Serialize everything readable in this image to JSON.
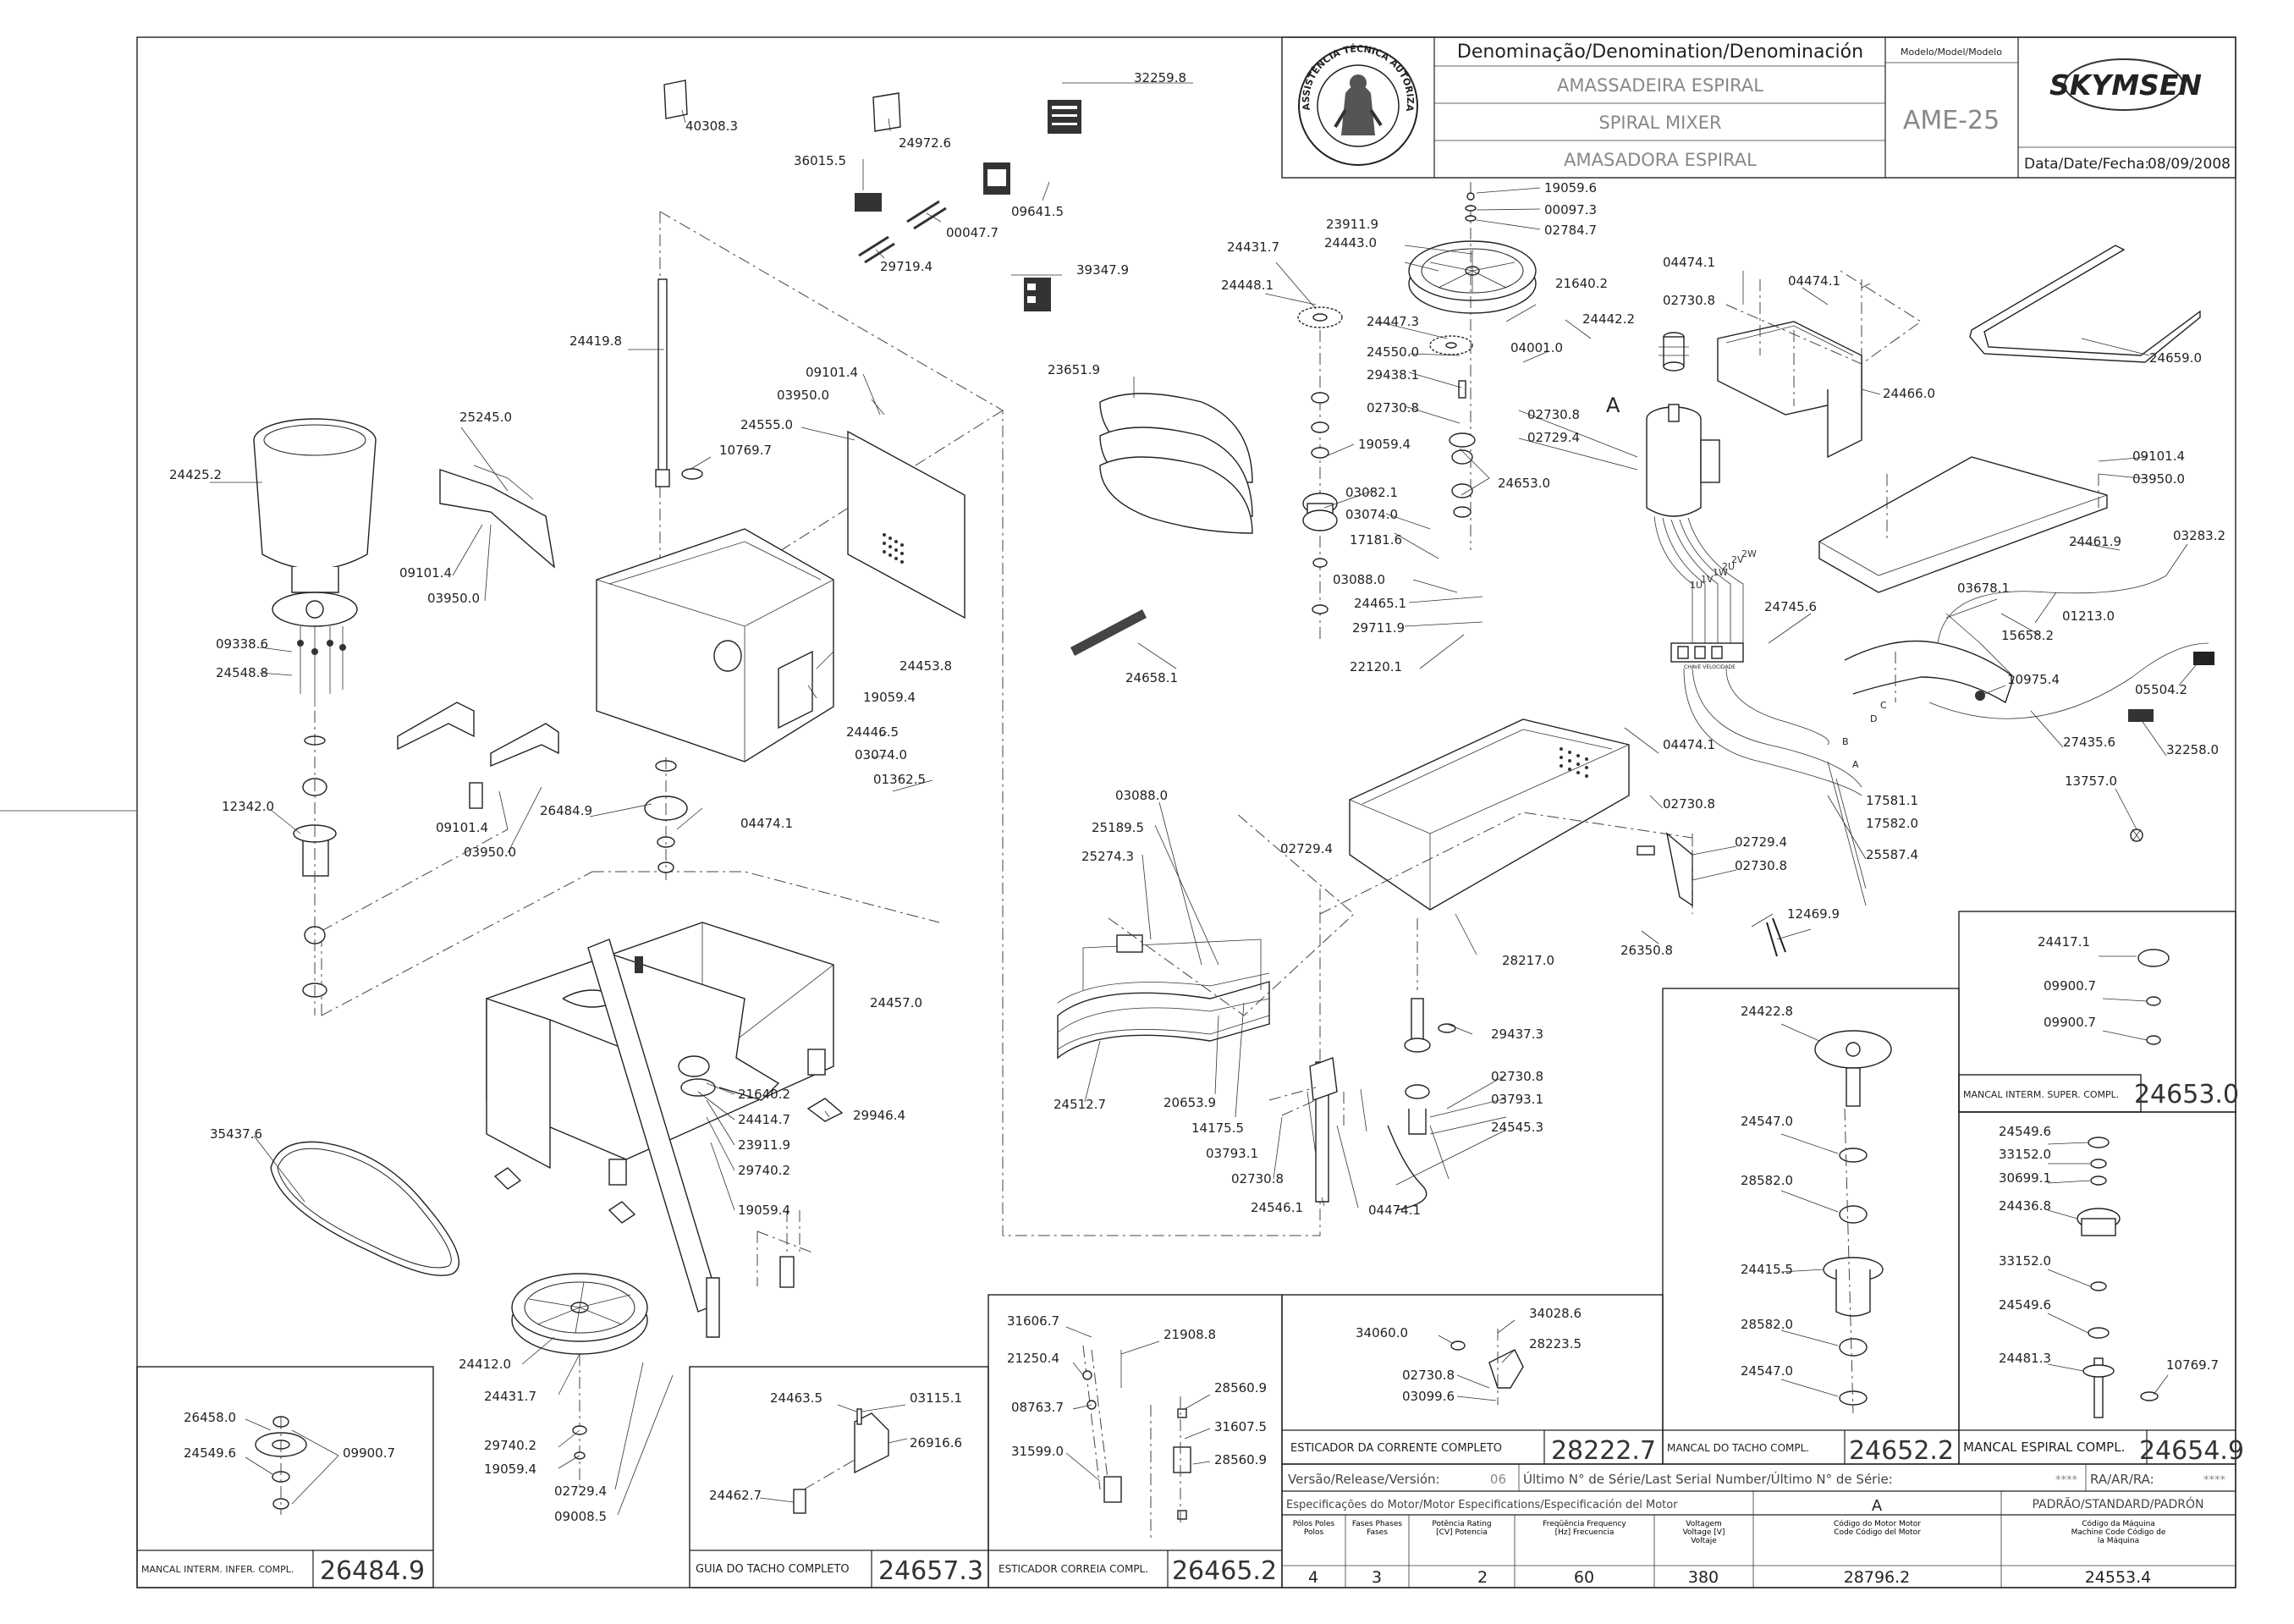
{
  "header": {
    "col_title": "Denominação/Denomination/Denominación",
    "model_head": "Modelo/Model/Modelo",
    "name_pt": "AMASSADEIRA ESPIRAL",
    "name_en": "SPIRAL MIXER",
    "name_es": "AMASADORA ESPIRAL",
    "model": "AME-25",
    "date_label": "Data/Date/Fecha:",
    "date": "08/09/2008",
    "brand": "SKYMSEN",
    "seal_text": "ASSISTÊNCIA TÉCNICA AUTORIZADA"
  },
  "parts": [
    {
      "id": "p40308",
      "text": "40308.3"
    },
    {
      "id": "p24972",
      "text": "24972.6"
    },
    {
      "id": "p32259",
      "text": "32259.8"
    },
    {
      "id": "p36015",
      "text": "36015.5"
    },
    {
      "id": "p09641",
      "text": "09641.5"
    },
    {
      "id": "p00047",
      "text": "00047.7"
    },
    {
      "id": "p29719",
      "text": "29719.4"
    },
    {
      "id": "p39347",
      "text": "39347.9"
    },
    {
      "id": "p24419",
      "text": "24419.8"
    },
    {
      "id": "p09101a",
      "text": "09101.4"
    },
    {
      "id": "p03950a",
      "text": "03950.0"
    },
    {
      "id": "p24555",
      "text": "24555.0"
    },
    {
      "id": "p25245",
      "text": "25245.0"
    },
    {
      "id": "p10769a",
      "text": "10769.7"
    },
    {
      "id": "p24425",
      "text": "24425.2"
    },
    {
      "id": "p09101b",
      "text": "09101.4"
    },
    {
      "id": "p03950b",
      "text": "03950.0"
    },
    {
      "id": "p09338",
      "text": "09338.6"
    },
    {
      "id": "p24548",
      "text": "24548.8"
    },
    {
      "id": "p24453",
      "text": "24453.8"
    },
    {
      "id": "p19059a",
      "text": "19059.4"
    },
    {
      "id": "p24446",
      "text": "24446.5"
    },
    {
      "id": "p03074a",
      "text": "03074.0"
    },
    {
      "id": "p01362",
      "text": "01362.5"
    },
    {
      "id": "p12342",
      "text": "12342.0"
    },
    {
      "id": "p26484",
      "text": "26484.9"
    },
    {
      "id": "p04474a",
      "text": "04474.1"
    },
    {
      "id": "p09101c",
      "text": "09101.4"
    },
    {
      "id": "p03950c",
      "text": "03950.0"
    },
    {
      "id": "p24457",
      "text": "24457.0"
    },
    {
      "id": "p35437",
      "text": "35437.6"
    },
    {
      "id": "p21640a",
      "text": "21640.2"
    },
    {
      "id": "p24414",
      "text": "24414.7"
    },
    {
      "id": "p23911a",
      "text": "23911.9"
    },
    {
      "id": "p29740a",
      "text": "29740.2"
    },
    {
      "id": "p19059b",
      "text": "19059.4"
    },
    {
      "id": "p29946",
      "text": "29946.4"
    },
    {
      "id": "p24412",
      "text": "24412.0"
    },
    {
      "id": "p24431a",
      "text": "24431.7"
    },
    {
      "id": "p29740b",
      "text": "29740.2"
    },
    {
      "id": "p19059c",
      "text": "19059.4"
    },
    {
      "id": "p02729a",
      "text": "02729.4"
    },
    {
      "id": "p09008",
      "text": "09008.5"
    },
    {
      "id": "p23651",
      "text": "23651.9"
    },
    {
      "id": "p24658",
      "text": "24658.1"
    },
    {
      "id": "p03088a",
      "text": "03088.0"
    },
    {
      "id": "p25189",
      "text": "25189.5"
    },
    {
      "id": "p25274",
      "text": "25274.3"
    },
    {
      "id": "p24512",
      "text": "24512.7"
    },
    {
      "id": "p20653",
      "text": "20653.9"
    },
    {
      "id": "p14175",
      "text": "14175.5"
    },
    {
      "id": "p19059d",
      "text": "19059.6"
    },
    {
      "id": "p00097",
      "text": "00097.3"
    },
    {
      "id": "p02784",
      "text": "02784.7"
    },
    {
      "id": "p23911b",
      "text": "23911.9"
    },
    {
      "id": "p24443",
      "text": "24443.0"
    },
    {
      "id": "p24431b",
      "text": "24431.7"
    },
    {
      "id": "p24448",
      "text": "24448.1"
    },
    {
      "id": "p21640b",
      "text": "21640.2"
    },
    {
      "id": "p24447",
      "text": "24447.3"
    },
    {
      "id": "p24550",
      "text": "24550.0"
    },
    {
      "id": "p29438",
      "text": "29438.1"
    },
    {
      "id": "p02730a",
      "text": "02730.8"
    },
    {
      "id": "p19059e",
      "text": "19059.4"
    },
    {
      "id": "p03082",
      "text": "03082.1"
    },
    {
      "id": "p03074b",
      "text": "03074.0"
    },
    {
      "id": "p17181",
      "text": "17181.6"
    },
    {
      "id": "p03088b",
      "text": "03088.0"
    },
    {
      "id": "p24465",
      "text": "24465.1"
    },
    {
      "id": "p29711",
      "text": "29711.9"
    },
    {
      "id": "p22120",
      "text": "22120.1"
    },
    {
      "id": "p24442",
      "text": "24442.2"
    },
    {
      "id": "p04001",
      "text": "04001.0"
    },
    {
      "id": "p02730b",
      "text": "02730.8"
    },
    {
      "id": "p02729b",
      "text": "02729.4"
    },
    {
      "id": "p24653a",
      "text": "24653.0"
    },
    {
      "id": "p04474b",
      "text": "04474.1"
    },
    {
      "id": "p02730c",
      "text": "02730.8"
    },
    {
      "id": "p04474c",
      "text": "04474.1"
    },
    {
      "id": "p24466",
      "text": "24466.0"
    },
    {
      "id": "p24659",
      "text": "24659.0"
    },
    {
      "id": "p09101d",
      "text": "09101.4"
    },
    {
      "id": "p03950d",
      "text": "03950.0"
    },
    {
      "id": "p24461",
      "text": "24461.9"
    },
    {
      "id": "p03283",
      "text": "03283.2"
    },
    {
      "id": "p03678",
      "text": "03678.1"
    },
    {
      "id": "p01213",
      "text": "01213.0"
    },
    {
      "id": "p15658",
      "text": "15658.2"
    },
    {
      "id": "p24745",
      "text": "24745.6"
    },
    {
      "id": "p10975",
      "text": "10975.4"
    },
    {
      "id": "p05504",
      "text": "05504.2"
    },
    {
      "id": "p27435",
      "text": "27435.6"
    },
    {
      "id": "p32258",
      "text": "32258.0"
    },
    {
      "id": "p13757",
      "text": "13757.0"
    },
    {
      "id": "p04474d",
      "text": "04474.1"
    },
    {
      "id": "p02730d",
      "text": "02730.8"
    },
    {
      "id": "p17581",
      "text": "17581.1"
    },
    {
      "id": "p17582",
      "text": "17582.0"
    },
    {
      "id": "p25587",
      "text": "25587.4"
    },
    {
      "id": "p02729c",
      "text": "02729.4"
    },
    {
      "id": "p02729d",
      "text": "02729.4"
    },
    {
      "id": "p02730e",
      "text": "02730.8"
    },
    {
      "id": "p26350",
      "text": "26350.8"
    },
    {
      "id": "p28217",
      "text": "28217.0"
    },
    {
      "id": "p12469",
      "text": "12469.9"
    },
    {
      "id": "p29437",
      "text": "29437.3"
    },
    {
      "id": "p02730f",
      "text": "02730.8"
    },
    {
      "id": "p03793a",
      "text": "03793.1"
    },
    {
      "id": "p24545",
      "text": "24545.3"
    },
    {
      "id": "p03793b",
      "text": "03793.1"
    },
    {
      "id": "p02730g",
      "text": "02730.8"
    },
    {
      "id": "p24546",
      "text": "24546.1"
    },
    {
      "id": "p04474e",
      "text": "04474.1"
    }
  ],
  "callout_letters": {
    "a1": "A",
    "a2": "A",
    "b": "B",
    "c": "C",
    "d": "D"
  },
  "motor_tags": {
    "t1": "1U",
    "t2": "1V",
    "t3": "1W",
    "t4": "2U",
    "t5": "2V",
    "t6": "2W",
    "term": "CHAVE VELOCIDADE"
  },
  "insets": {
    "i24653": {
      "parts": [
        "24417.1",
        "09900.7",
        "09900.7"
      ],
      "caption": "MANCAL INTERM. SUPER. COMPL.",
      "code": "24653.0"
    },
    "i24654": {
      "parts": [
        "24549.6",
        "33152.0",
        "30699.1",
        "24436.8",
        "33152.0",
        "24549.6",
        "24481.3",
        "10769.7"
      ],
      "caption": "MANCAL ESPIRAL COMPL.",
      "code": "24654.9"
    },
    "i24652": {
      "parts": [
        "24422.8",
        "24547.0",
        "28582.0",
        "24415.5",
        "28582.0",
        "24547.0"
      ],
      "caption": "MANCAL DO TACHO COMPL.",
      "code": "24652.2"
    },
    "i28222": {
      "parts": [
        "34028.6",
        "34060.0",
        "28223.5",
        "02730.8",
        "03099.6"
      ],
      "caption": "ESTICADOR DA CORRENTE COMPLETO",
      "code": "28222.7"
    },
    "i26465": {
      "parts": [
        "31606.7",
        "21908.8",
        "21250.4",
        "28560.9",
        "08763.7",
        "31607.5",
        "31599.0",
        "28560.9"
      ],
      "caption": "ESTICADOR CORREIA COMPL.",
      "code": "26465.2"
    },
    "i24657": {
      "parts": [
        "24463.5",
        "03115.1",
        "26916.6",
        "24462.7"
      ],
      "caption": "GUIA DO TACHO COMPLETO",
      "code": "24657.3"
    },
    "i26484": {
      "parts": [
        "26458.0",
        "24549.6",
        "09900.7"
      ],
      "caption": "MANCAL INTERM. INFER. COMPL.",
      "code": "26484.9"
    }
  },
  "footer": {
    "release_label": "Versão/Release/Versión:",
    "release": "06",
    "serial_label": "Último N° de Série/Last Serial Number/Último N° de Série:",
    "serial": "****",
    "ra_label": "RA/AR/RA:",
    "ra": "****",
    "spec_title": "Especificações do Motor/Motor Especifications/Especificación del Motor",
    "std": "PADRÃO/STANDARD/PADRÓN",
    "col_a": "A",
    "h1": "Pólos Poles Polos",
    "h2": "Fases Phases Fases",
    "h3": "Potência Rating [CV] Potencia",
    "h4": "Freqüência Frequency [Hz] Frecuencia",
    "h5": "Voltagem Voltage [V] Voltaje",
    "h6": "Código do Motor Motor Code Código del Motor",
    "h7": "Código da Máquina Machine Code Código de la Máquina",
    "poles": "4",
    "phases": "3",
    "power": "2",
    "freq": "60",
    "voltage": "380",
    "motor_code": "28796.2",
    "machine_code": "24553.4"
  }
}
